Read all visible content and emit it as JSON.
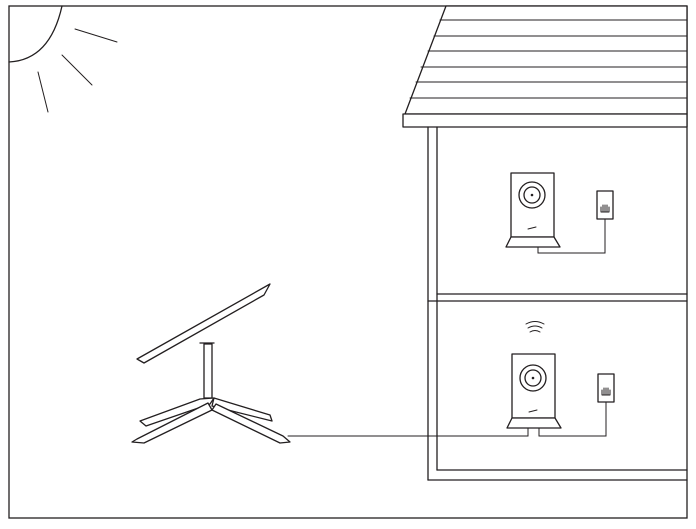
{
  "diagram": {
    "type": "line-illustration",
    "elements": [
      {
        "name": "sun",
        "icon": "sun-icon"
      },
      {
        "name": "house",
        "floors": 2,
        "roof": "shingled"
      },
      {
        "name": "satellite-dish",
        "icon": "satellite-dish-icon"
      },
      {
        "name": "router-upper-floor",
        "icon": "router-icon"
      },
      {
        "name": "router-lower-floor",
        "icon": "router-icon",
        "wifi_signal": true
      },
      {
        "name": "power-outlet-upper",
        "icon": "power-outlet-icon"
      },
      {
        "name": "power-outlet-lower",
        "icon": "power-outlet-icon"
      }
    ],
    "colors": {
      "stroke": "#231f20",
      "background": "#ffffff"
    }
  }
}
